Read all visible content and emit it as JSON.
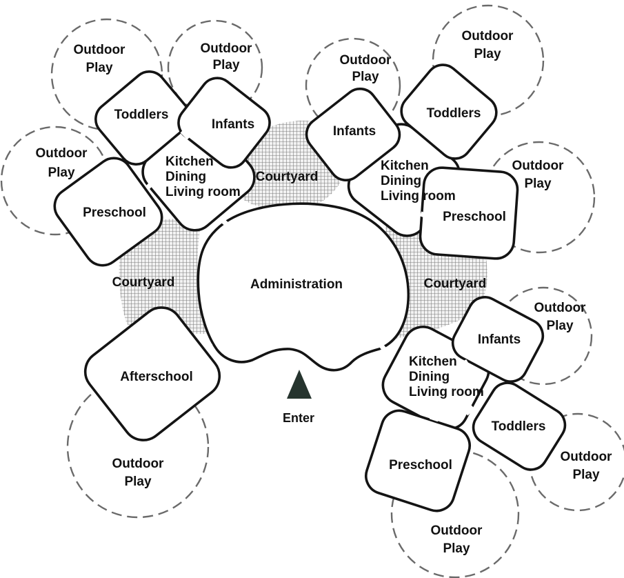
{
  "labels": {
    "outdoor": "Outdoor",
    "play": "Play",
    "toddlers": "Toddlers",
    "infants": "Infants",
    "preschool": "Preschool",
    "afterschool": "Afterschool",
    "kitchen": "Kitchen",
    "dining": "Dining",
    "living_room": "Living room",
    "courtyard": "Courtyard",
    "administration": "Administration",
    "enter": "Enter"
  },
  "icons": {
    "entrance": "entrance-arrow-icon"
  },
  "colors": {
    "walls": "#141414",
    "play_boundary": "#6a6a6a",
    "courtyard_grid": "#7a7a7a",
    "arrow": "#26342e"
  }
}
